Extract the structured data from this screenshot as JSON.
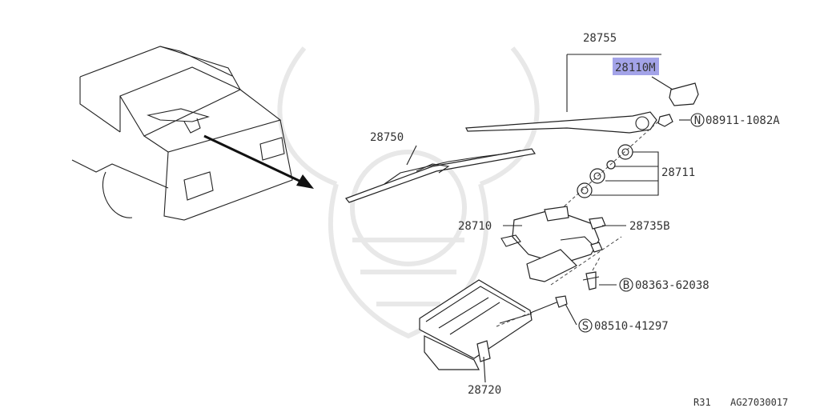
{
  "diagram": {
    "parts": [
      {
        "id": "arm",
        "number": "28755"
      },
      {
        "id": "cap",
        "number": "28110M",
        "highlighted": true,
        "highlight_color": "#a3a3e8"
      },
      {
        "id": "nut",
        "prefix_symbol": "N",
        "number": "08911-1082A"
      },
      {
        "id": "blade",
        "number": "28750"
      },
      {
        "id": "seal-kit",
        "number": "28711"
      },
      {
        "id": "motor",
        "number": "28710"
      },
      {
        "id": "clip",
        "number": "28735B"
      },
      {
        "id": "bolt",
        "prefix_symbol": "B",
        "number": "08363-62038"
      },
      {
        "id": "screw",
        "prefix_symbol": "S",
        "number": "08510-41297"
      },
      {
        "id": "cover",
        "number": "28720"
      }
    ],
    "footer": {
      "model": "R31",
      "code": "AG27030017"
    }
  }
}
